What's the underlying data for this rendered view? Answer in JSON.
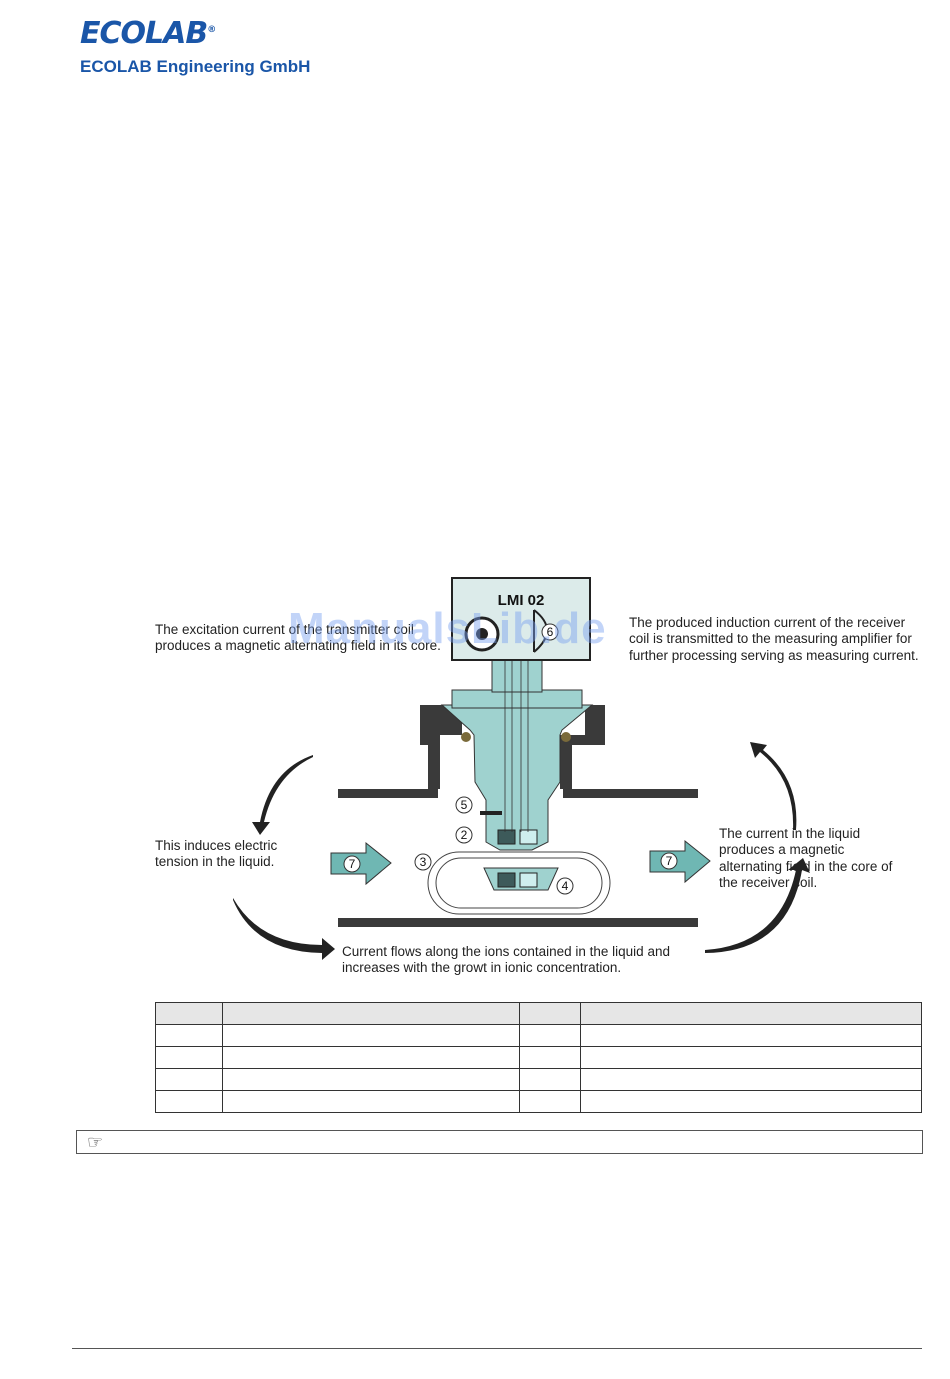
{
  "header": {
    "logo_text": "ECOLAB",
    "logo_mark": "®",
    "company": "ECOLAB Engineering GmbH",
    "brand_color": "#1a56a8"
  },
  "watermark": "ManualsLib.de",
  "diagram": {
    "device_label": "LMI 02",
    "callouts": [
      "2",
      "3",
      "4",
      "5",
      "6",
      "7"
    ],
    "captions": {
      "excitation": "The excitation current of the transmitter coil produces a magnetic alternating field in its core.",
      "induction": "The produced induction current of the receiver coil is transmitted to the measuring amplifier for further processing serving as measuring current.",
      "tension": "This induces electric tension in the liquid.",
      "current_liquid": "The current in the liquid produces a magnetic alternating field in the core of the receiver coil.",
      "flow": "Current flows along the ions contained in the liquid and increases with the growt in ionic concentration."
    },
    "colors": {
      "body": "#9fd2cf",
      "pipe": "#3a3a3a",
      "arrow": "#6fb7b3",
      "housing": "#dcebea"
    }
  },
  "legend_table": {
    "header": [
      "",
      "",
      "",
      ""
    ],
    "rows": [
      [
        "",
        "",
        "",
        ""
      ],
      [
        "",
        "",
        "",
        ""
      ],
      [
        "",
        "",
        "",
        ""
      ],
      [
        "",
        "",
        "",
        ""
      ]
    ]
  },
  "note": {
    "icon": "pointing-hand-icon",
    "glyph": "☞",
    "text": ""
  }
}
